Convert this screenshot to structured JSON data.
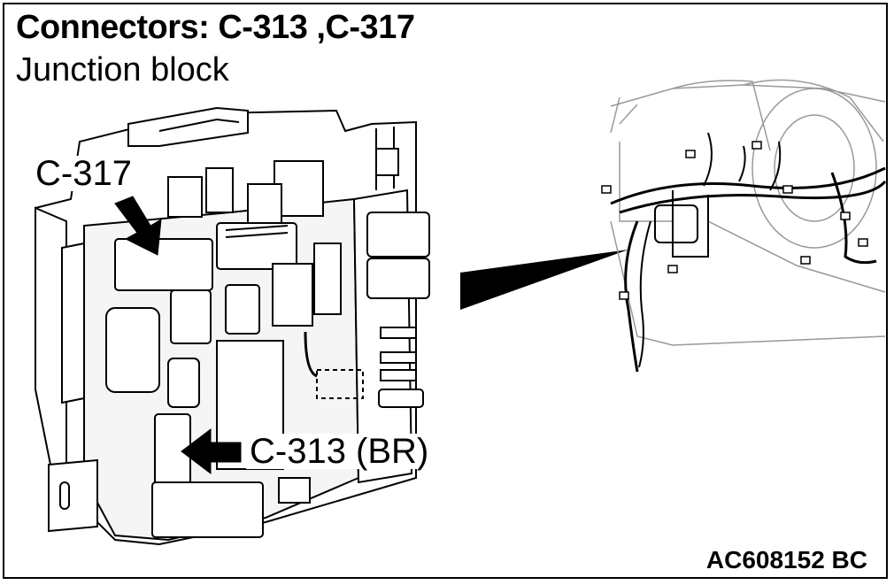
{
  "header": {
    "title": "Connectors: C-313 ,C-317",
    "subtitle": "Junction block"
  },
  "callouts": {
    "c317": "C-317",
    "c313": "C-313 (BR)"
  },
  "figure_code": "AC608152 BC",
  "colors": {
    "line": "#000000",
    "fill_light": "#ffffff",
    "fill_dark": "#000000"
  }
}
